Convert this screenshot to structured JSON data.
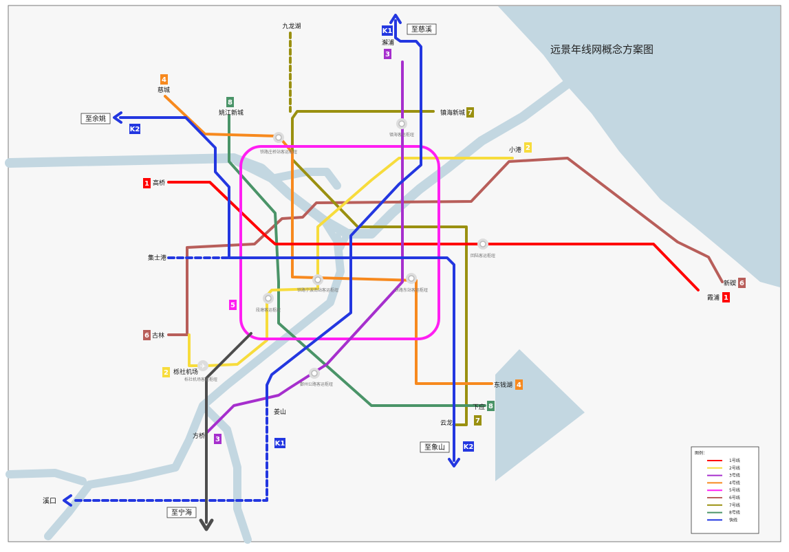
{
  "title": "远景年线网概念方案图",
  "colors": {
    "water": "#c3d7e1",
    "line1": "#ff0000",
    "line2": "#f7dc3c",
    "line3": "#a62fcd",
    "line4": "#f7891e",
    "line5": "#ff1ff2",
    "line6": "#b85e5a",
    "line7": "#9a9010",
    "line8": "#4a9468",
    "express": "#2337e0",
    "ningbo_branch": "#4d4d4d"
  },
  "stations": {
    "jiulonghu": "九龙湖",
    "xiepu": "澥浦",
    "cicheng": "慈城",
    "yaojiang": "姚江新城",
    "zhenhai": "镇海新城",
    "xiaogang": "小港",
    "gaoqiao": "高桥",
    "jishigang": "集士港",
    "gulin": "古林",
    "lishe": "栎社机场",
    "fangqiao": "方桥",
    "jiangshan": "姜山",
    "dongqianhu": "东钱湖",
    "xiaying": "下应",
    "yunlong": "云龙",
    "xinqi": "新碶",
    "xiapu": "霞浦"
  },
  "destinations": {
    "to_cixi": "至慈溪",
    "to_yuyao": "至余姚",
    "to_xiangshan": "至象山",
    "to_ninghai": "至宁海",
    "xikou": "溪口"
  },
  "hubs": {
    "zhuangqiao": "铁路庄桥站客运枢纽",
    "zhenhai": "镇海客运枢纽",
    "beilun": "回陆客运枢纽",
    "railway_south": "铁路宁波南站客运枢纽",
    "railway_east": "铁路东站客运枢纽",
    "duantang": "段塘客运枢纽",
    "airport": "栎社机场客运枢纽",
    "highway": "鄞州公路客运枢纽"
  },
  "badges": {
    "l1_a": "1",
    "l1_b": "1",
    "l2_a": "2",
    "l2_b": "2",
    "l3_a": "3",
    "l3_b": "3",
    "l4_a": "4",
    "l4_b": "4",
    "l5": "5",
    "l6_a": "6",
    "l6_b": "6",
    "l7_a": "7",
    "l7_b": "7",
    "l8_a": "8",
    "l8_b": "8",
    "k1_a": "K1",
    "k1_b": "K1",
    "k2_a": "K2",
    "k2_b": "K2"
  },
  "legend": {
    "title": "图例：",
    "items": [
      {
        "label": "1号线",
        "color": "#ff0000"
      },
      {
        "label": "2号线",
        "color": "#f7dc3c"
      },
      {
        "label": "3号线",
        "color": "#a62fcd"
      },
      {
        "label": "4号线",
        "color": "#f7891e"
      },
      {
        "label": "5号线",
        "color": "#ff1ff2"
      },
      {
        "label": "6号线",
        "color": "#b85e5a"
      },
      {
        "label": "7号线",
        "color": "#9a9010"
      },
      {
        "label": "8号线",
        "color": "#4a9468"
      },
      {
        "label": "快线",
        "color": "#2337e0"
      }
    ]
  }
}
